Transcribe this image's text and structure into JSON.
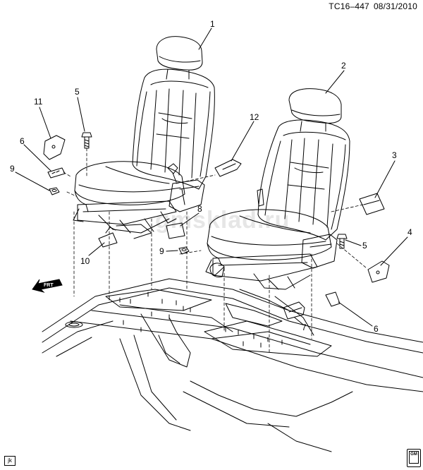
{
  "header": {
    "code": "TC16–447",
    "date": "08/31/2010"
  },
  "watermark": "gmsklad.ru",
  "front_arrow_label": "FRT",
  "footer_tag": "jk",
  "logo_text": "GM",
  "callouts": [
    {
      "id": "c1",
      "label": "1"
    },
    {
      "id": "c2",
      "label": "2"
    },
    {
      "id": "c3",
      "label": "3"
    },
    {
      "id": "c4",
      "label": "4"
    },
    {
      "id": "c5a",
      "label": "5"
    },
    {
      "id": "c5b",
      "label": "5"
    },
    {
      "id": "c6a",
      "label": "6"
    },
    {
      "id": "c6b",
      "label": "6"
    },
    {
      "id": "c7",
      "label": "7"
    },
    {
      "id": "c8",
      "label": "8"
    },
    {
      "id": "c9a",
      "label": "9"
    },
    {
      "id": "c9b",
      "label": "9"
    },
    {
      "id": "c10",
      "label": "10"
    },
    {
      "id": "c11",
      "label": "11"
    },
    {
      "id": "c12",
      "label": "12"
    }
  ]
}
